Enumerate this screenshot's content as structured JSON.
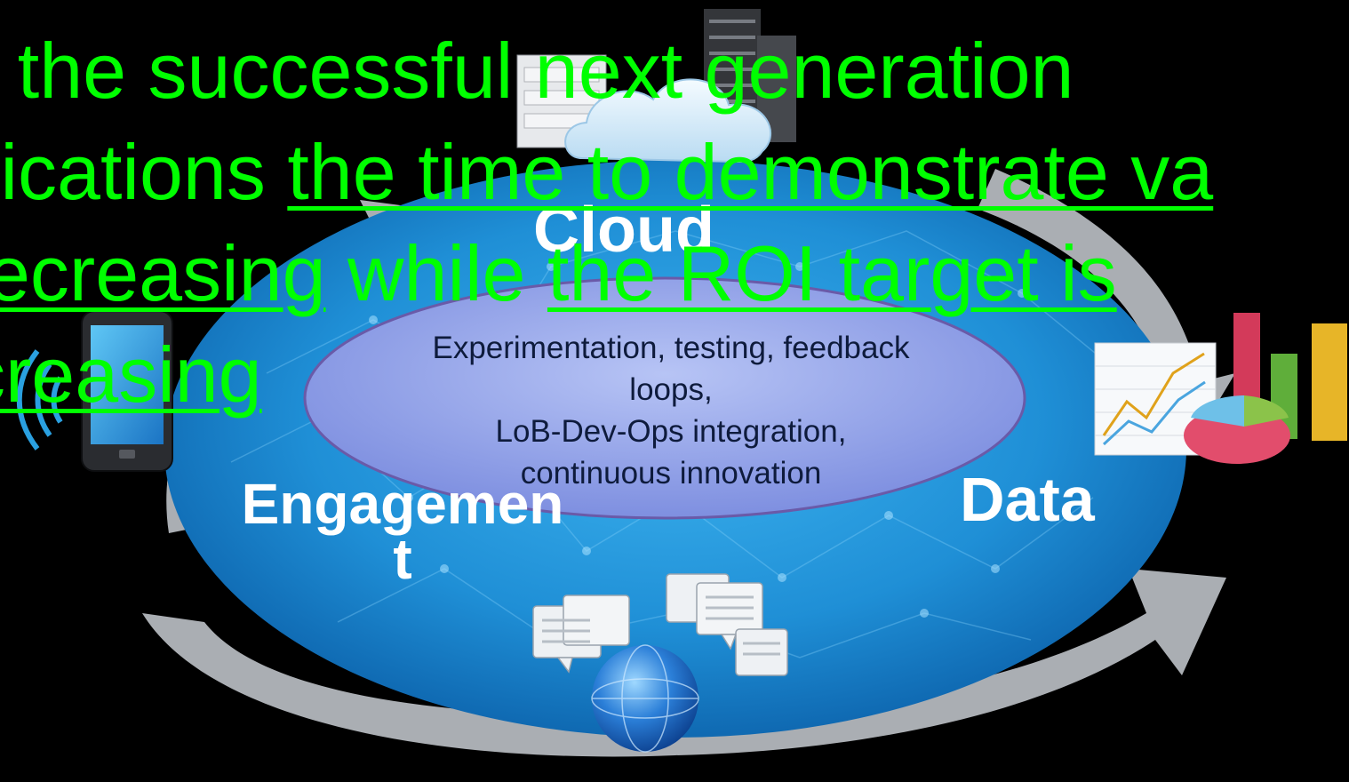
{
  "headline": {
    "line1": [
      {
        "text": "r the successful next generation",
        "underline": false
      }
    ],
    "line2": [
      {
        "text": "plications ",
        "underline": false
      },
      {
        "text": "the time to demonstrate va",
        "underline": true
      }
    ],
    "line3": [
      {
        "text": "decreasing",
        "underline": true
      },
      {
        "text": " while ",
        "underline": false
      },
      {
        "text": "the ROI target is",
        "underline": true
      }
    ],
    "line4": [
      {
        "text": "creasing",
        "underline": true
      }
    ]
  },
  "labels": {
    "cloud": "Cloud",
    "data": "Data",
    "engagement": "Engagemen\nt"
  },
  "center_text": "Experimentation, testing, feedback\nloops,\nLoB-Dev-Ops integration,\ncontinuous innovation",
  "icons": [
    "server-rack-icon",
    "cloud-icon",
    "smartphone-icon",
    "signal-waves-icon",
    "analytics-chart-icon",
    "globe-icon",
    "chat-bubbles-icon",
    "cycle-arrows-icon"
  ],
  "colors": {
    "headline": "#00ff00",
    "background": "#000000",
    "disc": "#1f8fd6",
    "ellipse": "#8a9ae6",
    "label": "#ffffff"
  }
}
